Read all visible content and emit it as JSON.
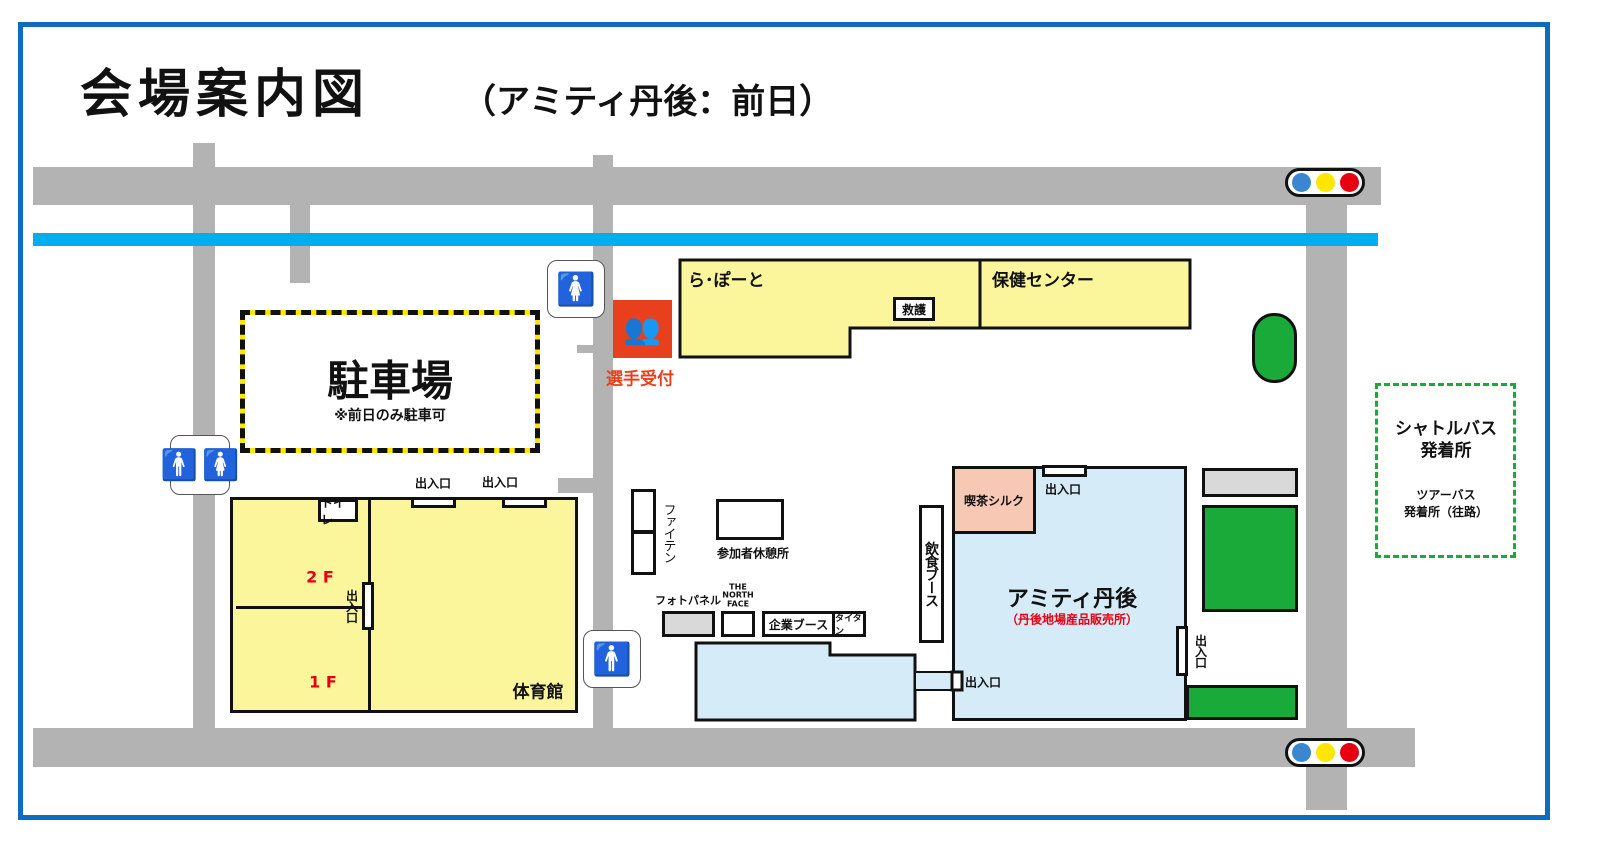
{
  "title": {
    "main": "会場案内図",
    "sub": "（アミティ丹後：前日）"
  },
  "parking": {
    "label": "駐車場",
    "note": "※前日のみ駐車可"
  },
  "gym": {
    "label": "体育館",
    "toilet": "トイレ",
    "floor2": "2 F",
    "floor1": "1 F",
    "entrance_top1": "出入口",
    "entrance_top2": "出入口",
    "entrance_side": "出入口"
  },
  "reception": {
    "label": "選手受付"
  },
  "laport": {
    "label": "ら･ぽーと",
    "first_aid": "救護"
  },
  "health_center": {
    "label": "保健センター"
  },
  "shuttle": {
    "title": "シャトルバス\n発着所",
    "sub": "ツアーバス\n発着所（往路）"
  },
  "amity": {
    "label": "アミティ丹後",
    "sub": "（丹後地場産品販売所）",
    "cafe": "喫茶シルク",
    "entrance_top": "出入口",
    "entrance_right": "出入口",
    "entrance_left": "出入口"
  },
  "booths": {
    "food": "飲食ブース",
    "phiten": "ファイテン",
    "rest": "参加者休憩所",
    "photo": "フォトパネル",
    "north_face": "THE\nNORTH\nFACE",
    "company": "企業ブース",
    "titan": "タイタン"
  },
  "colors": {
    "frame": "#0d6bc0",
    "road": "#b3b3b3",
    "river": "#00aeef",
    "building": "#fbf59b",
    "amity": "#d6ebf8",
    "reception": "#e8401c",
    "green": "#1aaa3a"
  }
}
